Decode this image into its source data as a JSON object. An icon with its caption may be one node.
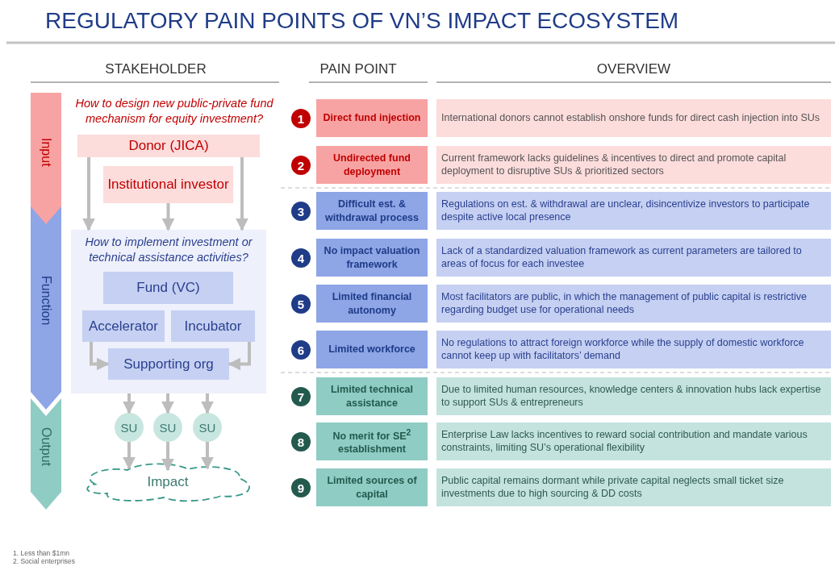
{
  "diagram": {
    "title": "REGULATORY PAIN POINTS OF VN’S IMPACT ECOSYSTEM",
    "nodes": [
      {
        "text": [
          "Input"
        ]
      },
      {
        "text": [
          "Function"
        ]
      },
      {
        "text": [
          "Output"
        ]
      },
      {
        "text": [
          "Donor (JICA)"
        ]
      },
      {
        "text": [
          "Institutional investor"
        ]
      },
      {
        "text": [
          "How to implement investment or technical assistance activities?"
        ]
      },
      {
        "text": [
          "Fund (VC)"
        ],
        "in": 5
      },
      {
        "text": [
          "Accelerator"
        ],
        "in": 5
      },
      {
        "text": [
          "Incubator"
        ],
        "in": 5
      },
      {
        "text": [
          "Supporting org"
        ],
        "in": 5
      },
      {
        "text": [
          "SU"
        ]
      },
      {
        "text": [
          "SU"
        ]
      },
      {
        "text": [
          "SU"
        ]
      },
      {
        "text": [
          "Impact"
        ]
      },
      {
        "text": [
          "1"
        ]
      },
      {
        "text": [
          "Direct fund injection"
        ]
      },
      {
        "text": [
          "International donors cannot establish onshore funds for direct cash injection into SUs"
        ]
      },
      {
        "text": [
          "2"
        ]
      },
      {
        "text": [
          "Undirected fund deployment"
        ]
      },
      {
        "text": [
          "Current framework lacks guidelines & incentives to direct and promote capital deployment to disruptive SUs & prioritized sectors"
        ]
      },
      {
        "text": [
          "3"
        ]
      },
      {
        "text": [
          "Difficult est. & withdrawal process"
        ]
      },
      {
        "text": [
          "Regulations on est. & withdrawal are unclear, disincentivize investors to participate despite active local presence"
        ]
      },
      {
        "text": [
          "4"
        ]
      },
      {
        "text": [
          "No impact valuation framework"
        ]
      },
      {
        "text": [
          "Lack of a standardized valuation framework as current parameters are tailored to areas of focus for each investee"
        ]
      },
      {
        "text": [
          "5"
        ]
      },
      {
        "text": [
          "Limited financial autonomy"
        ]
      },
      {
        "text": [
          "Most facilitators are public, in which the management of public capital is restrictive regarding budget use for operational needs"
        ]
      },
      {
        "text": [
          "6"
        ]
      },
      {
        "text": [
          "Limited workforce"
        ]
      },
      {
        "text": [
          "No regulations to attract foreign workforce while the supply of domestic workforce cannot keep up with facilitators’ demand"
        ]
      },
      {
        "text": [
          "7"
        ]
      },
      {
        "text": [
          "Limited technical assistance"
        ]
      },
      {
        "text": [
          "Due to limited human resources, knowledge centers & innovation hubs lack expertise to support SUs & entrepreneurs"
        ]
      },
      {
        "text": [
          "8"
        ]
      },
      {
        "text": [
          "No merit for SE$^{2}$ establishment"
        ]
      },
      {
        "text": [
          "Enterprise Law lacks incentives to reward social contribution and mandate various constraints, limiting SU’s operational flexibility"
        ]
      },
      {
        "text": [
          "9"
        ]
      },
      {
        "text": [
          "Limited sources of capital"
        ]
      },
      {
        "text": [
          "Public capital remains dormant while private capital neglects small ticket size investments due to high sourcing & DD costs"
        ]
      }
    ],
    "edges": [
      {
        "from": 3,
        "to": 5,
        "arrow": "to"
      },
      {
        "from": 4,
        "to": 5,
        "arrow": "to"
      },
      {
        "from": 3,
        "to": 5,
        "arrow": "to"
      },
      {
        "from": 7,
        "to": 9,
        "arrow": "to"
      },
      {
        "from": 8,
        "to": 9,
        "arrow": "to"
      },
      {
        "from": 5,
        "to": 10,
        "arrow": "to"
      },
      {
        "from": 5,
        "to": 11,
        "arrow": "to"
      },
      {
        "from": 5,
        "to": 12,
        "arrow": "to"
      },
      {
        "from": 10,
        "to": 13,
        "arrow": "to"
      },
      {
        "from": 11,
        "to": 13,
        "arrow": "to"
      },
      {
        "from": 12,
        "to": 13,
        "arrow": "to"
      }
    ],
    "labels": [
      "STAKEHOLDER",
      "PAIN POINT",
      "OVERVIEW",
      "How to design new public-private fund mechanism for equity investment?",
      "1. Less than $1mn",
      "2. Social enterprises"
    ]
  }
}
